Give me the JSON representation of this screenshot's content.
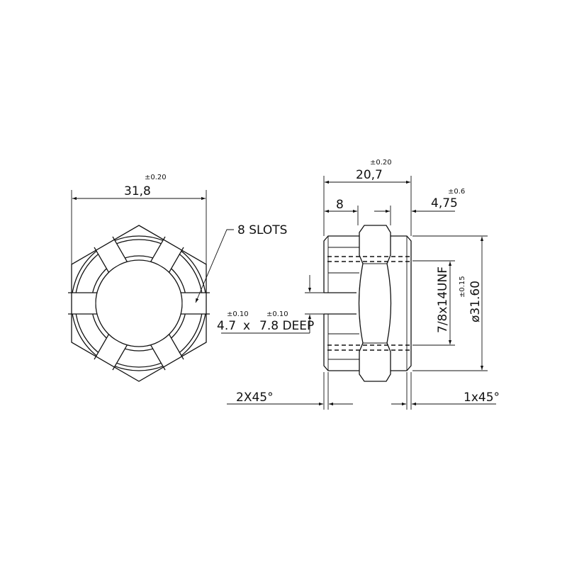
{
  "front_view": {
    "width": {
      "value": "31,8",
      "tolerance": "±0.20"
    },
    "slots_label": "8 SLOTS"
  },
  "side_view": {
    "length": {
      "value": "20,7",
      "tolerance": "±0.20"
    },
    "left_width": {
      "value": "8"
    },
    "right_width": {
      "value": "4,75",
      "tolerance": "±0.6"
    },
    "thread": {
      "value": "7/8x14UNF"
    },
    "diameter": {
      "value": "ø31.60",
      "tolerance": "±0.15"
    },
    "slot": {
      "width": "4.7",
      "width_tol": "±0.10",
      "sep": "x",
      "depth": "7.8 DEEP",
      "depth_tol": "±0.10"
    },
    "chamfer_left": "2X45°",
    "chamfer_right": "1x45°"
  },
  "colors": {
    "line": "#111111",
    "background": "#ffffff"
  }
}
